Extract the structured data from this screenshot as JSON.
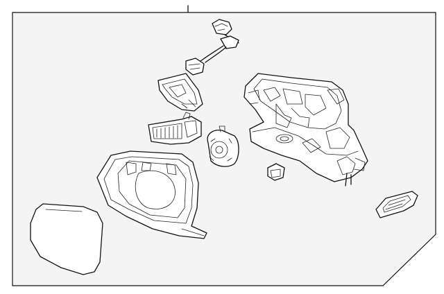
{
  "diagram": {
    "background_color": "#f4f4f4",
    "line_color": "#111111",
    "parts": [
      {
        "name": "wiring-harness"
      },
      {
        "name": "cover-cap"
      },
      {
        "name": "turn-signal-lamp"
      },
      {
        "name": "actuator-motor"
      },
      {
        "name": "mirror-housing"
      },
      {
        "name": "mirror-glass"
      },
      {
        "name": "mirror-base-bracket"
      },
      {
        "name": "retaining-clip"
      },
      {
        "name": "puddle-lamp"
      }
    ]
  }
}
